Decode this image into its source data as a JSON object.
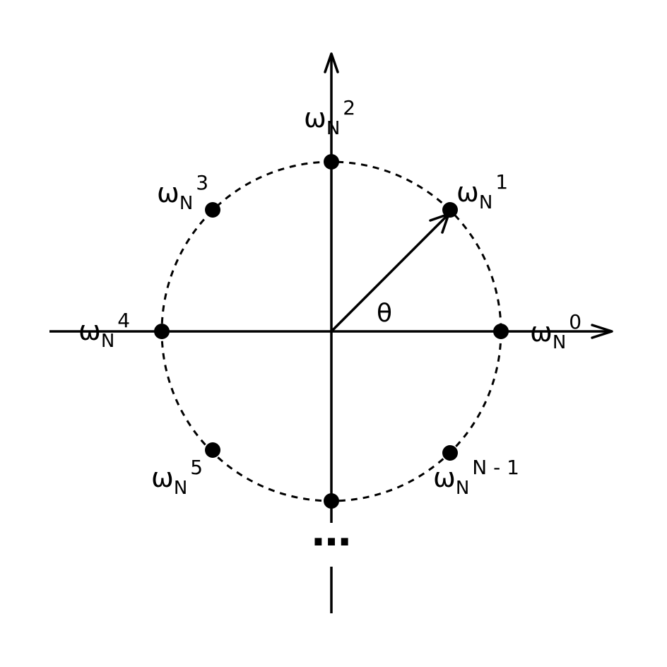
{
  "diagram": {
    "angle_label": "θ",
    "ellipsis": "⋯",
    "roots": [
      {
        "base": "ω",
        "sub": "N",
        "sup": "0"
      },
      {
        "base": "ω",
        "sub": "N",
        "sup": "1"
      },
      {
        "base": "ω",
        "sub": "N",
        "sup": "2"
      },
      {
        "base": "ω",
        "sub": "N",
        "sup": "3"
      },
      {
        "base": "ω",
        "sub": "N",
        "sup": "4"
      },
      {
        "base": "ω",
        "sub": "N",
        "sup": "5"
      },
      {
        "base": "ω",
        "sub": "N",
        "sup": "N - 1"
      }
    ]
  }
}
